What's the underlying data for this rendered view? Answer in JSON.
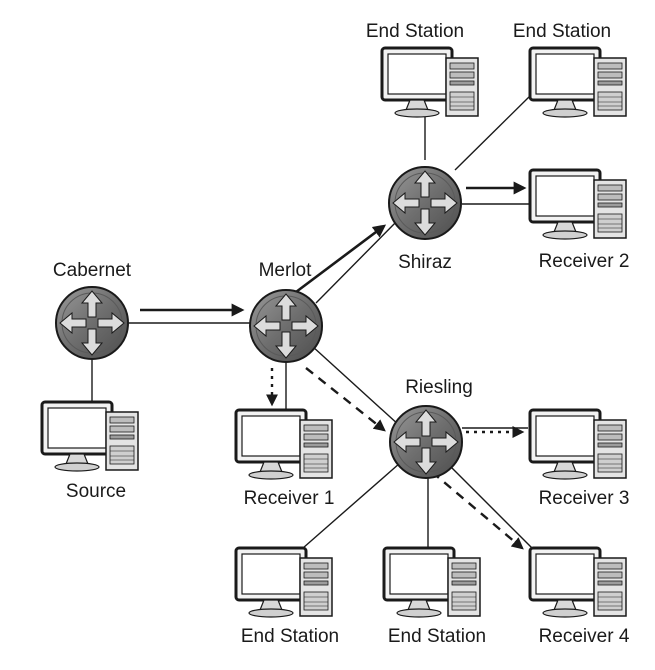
{
  "routers": {
    "cabernet": "Cabernet",
    "merlot": "Merlot",
    "shiraz": "Shiraz",
    "riesling": "Riesling"
  },
  "hosts": {
    "source": "Source",
    "receiver1": "Receiver 1",
    "receiver2": "Receiver 2",
    "receiver3": "Receiver 3",
    "receiver4": "Receiver 4",
    "end_station_top_left": "End Station",
    "end_station_top_right": "End Station",
    "end_station_bottom_left": "End Station",
    "end_station_bottom_middle": "End Station"
  }
}
